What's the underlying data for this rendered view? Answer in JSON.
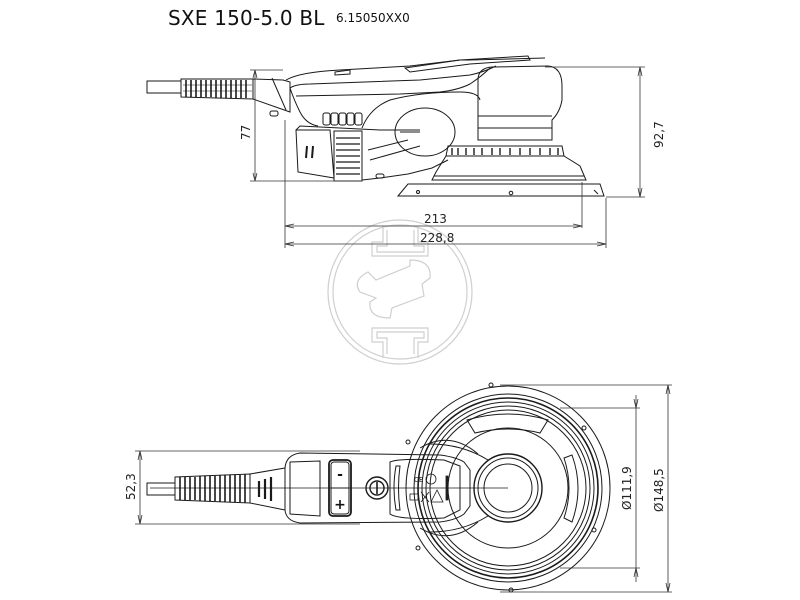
{
  "title": {
    "model": "SXE 150-5.0 BL",
    "article_number": "6.15050XX0"
  },
  "side_view": {
    "dimensions": {
      "height_body": "77",
      "height_total": "92,7",
      "length_body": "213",
      "length_total": "228,8"
    }
  },
  "top_view": {
    "dimensions": {
      "handle_height": "52,3",
      "inner_diameter": "Ø111,9",
      "outer_diameter": "Ø148,5"
    },
    "controls": {
      "minus_label": "-",
      "plus_label": "+"
    }
  },
  "watermark": {
    "icon": "logo-watermark-icon"
  },
  "colors": {
    "line": "#1a1a1a",
    "dim_line": "#333333",
    "watermark": "#cfcfcf"
  }
}
